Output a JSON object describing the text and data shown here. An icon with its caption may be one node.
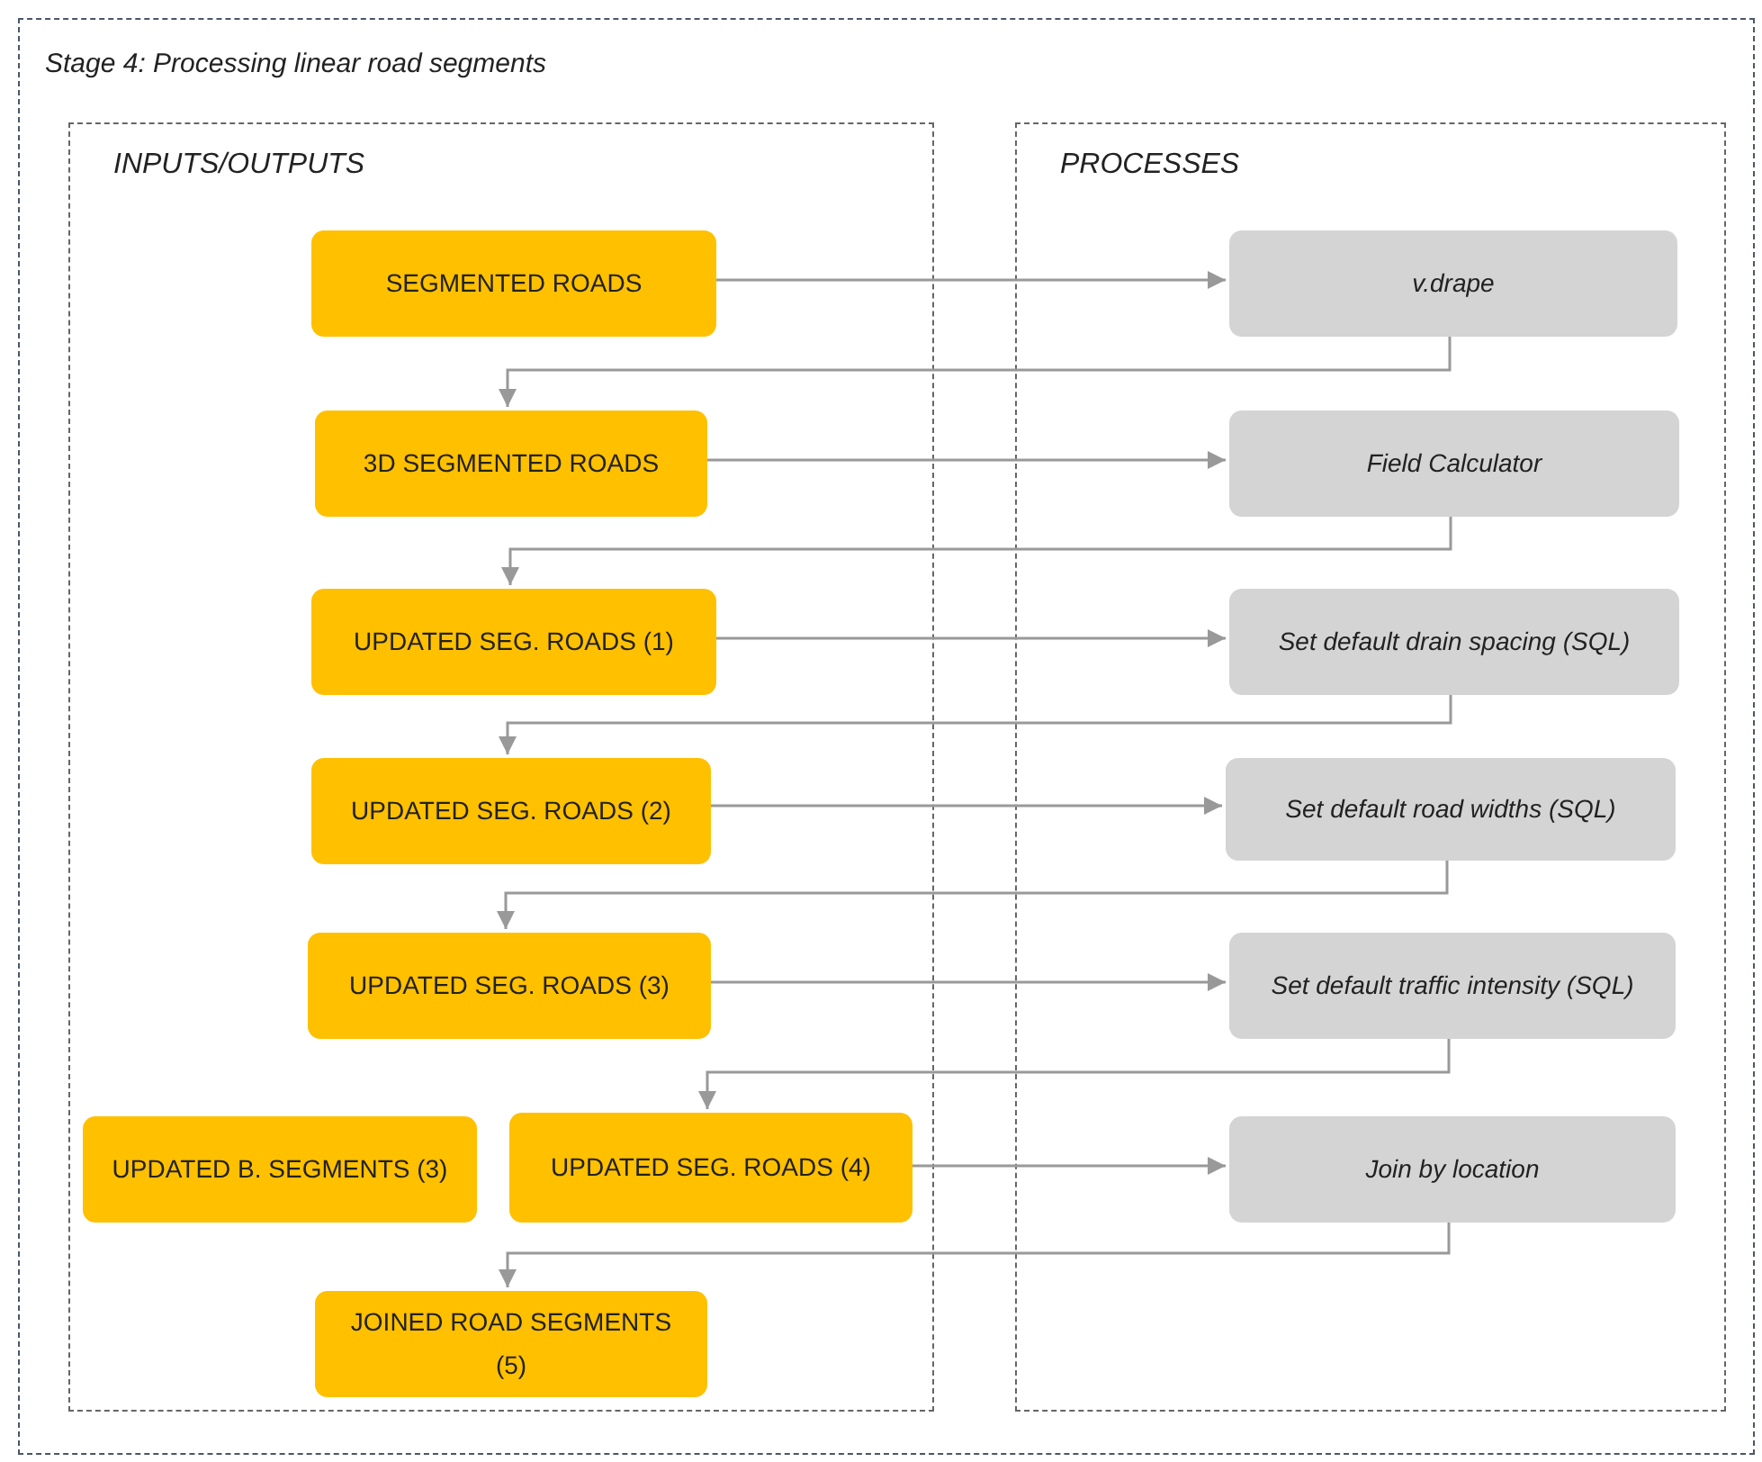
{
  "diagram": {
    "nodes": [
      {
        "text": [
          "Stage 4: Processing linear road segments"
        ]
      },
      {
        "text": [
          "INPUTS/OUTPUTS"
        ],
        "in": 0
      },
      {
        "text": [
          "PROCESSES"
        ],
        "in": 0
      },
      {
        "text": [
          "SEGMENTED ROADS"
        ],
        "in": 1
      },
      {
        "text": [
          "v.drape"
        ],
        "in": 2
      },
      {
        "text": [
          "3D SEGMENTED ROADS"
        ],
        "in": 1
      },
      {
        "text": [
          "Field Calculator"
        ],
        "in": 2
      },
      {
        "text": [
          "UPDATED SEG. ROADS (1)"
        ],
        "in": 1
      },
      {
        "text": [
          "Set default drain spacing (SQL)"
        ],
        "in": 2
      },
      {
        "text": [
          "UPDATED SEG. ROADS (2)"
        ],
        "in": 1
      },
      {
        "text": [
          "Set default road widths (SQL)"
        ],
        "in": 2
      },
      {
        "text": [
          "UPDATED SEG. ROADS (3)"
        ],
        "in": 1
      },
      {
        "text": [
          "Set default traffic intensity (SQL)"
        ],
        "in": 2
      },
      {
        "text": [
          "UPDATED B. SEGMENTS (3)"
        ],
        "in": 1
      },
      {
        "text": [
          "UPDATED SEG. ROADS (4)"
        ],
        "in": 1
      },
      {
        "text": [
          "Join by location"
        ],
        "in": 2
      },
      {
        "text": [
          "JOINED ROAD SEGMENTS (5)"
        ],
        "in": 1
      }
    ],
    "edges": [
      {
        "from": 3,
        "to": 4,
        "arrow": "to"
      },
      {
        "from": 4,
        "to": 5,
        "arrow": "to"
      },
      {
        "from": 5,
        "to": 6,
        "arrow": "to"
      },
      {
        "from": 6,
        "to": 7,
        "arrow": "to"
      },
      {
        "from": 7,
        "to": 8,
        "arrow": "to"
      },
      {
        "from": 8,
        "to": 9,
        "arrow": "to"
      },
      {
        "from": 9,
        "to": 10,
        "arrow": "to"
      },
      {
        "from": 10,
        "to": 11,
        "arrow": "to"
      },
      {
        "from": 11,
        "to": 12,
        "arrow": "to"
      },
      {
        "from": 12,
        "to": 14,
        "arrow": "to"
      },
      {
        "from": 14,
        "to": 15,
        "arrow": "to"
      },
      {
        "from": 15,
        "to": 16,
        "arrow": "to"
      }
    ]
  }
}
